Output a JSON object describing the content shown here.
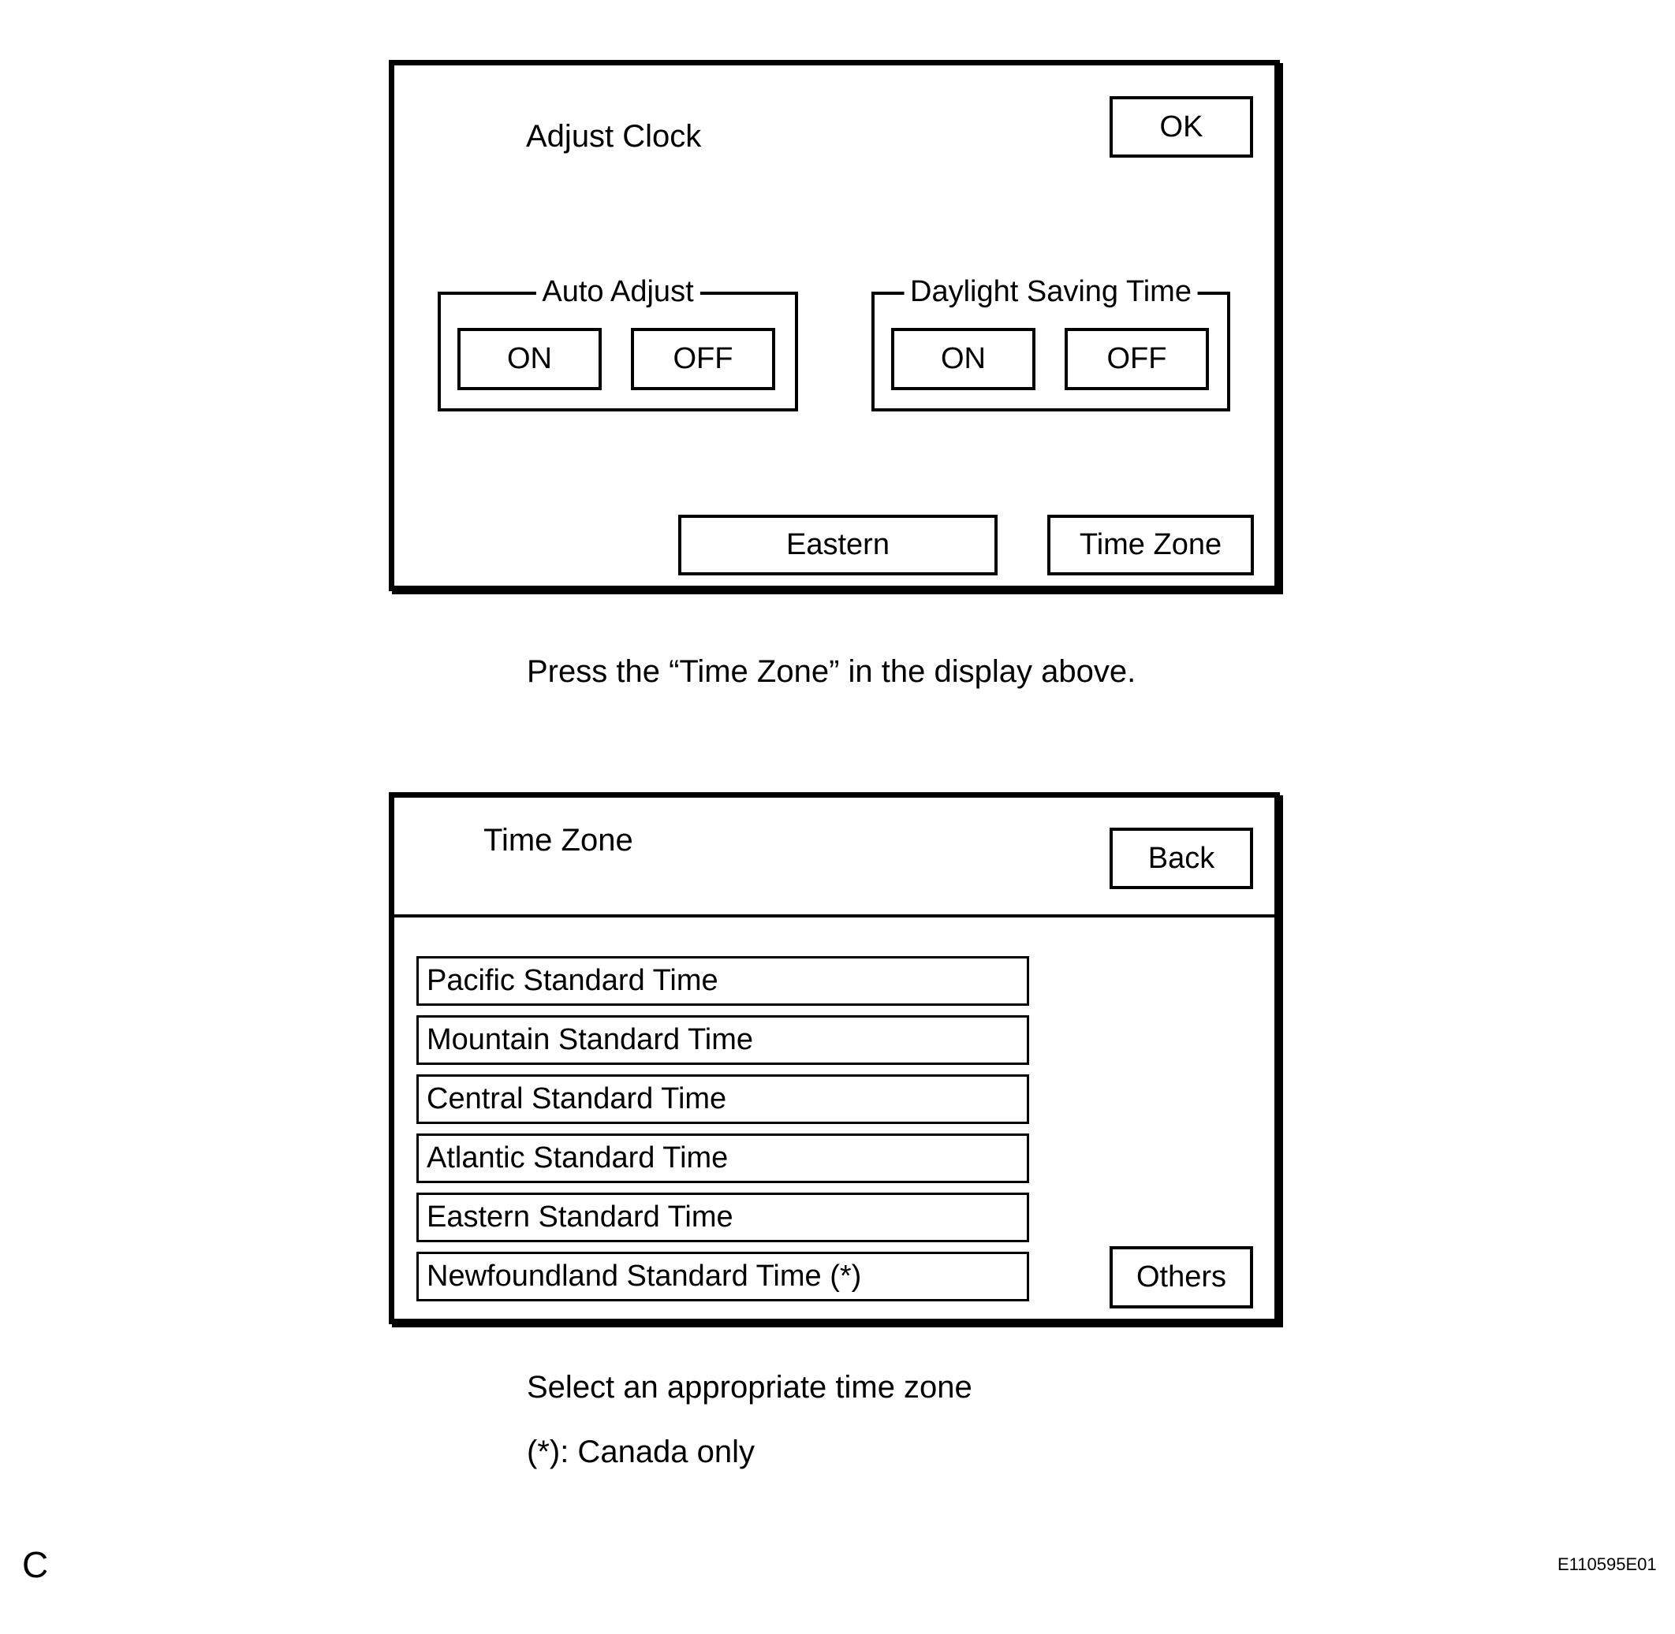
{
  "adjust_clock_screen": {
    "title": "Adjust Clock",
    "ok_button": "OK",
    "auto_adjust": {
      "legend": "Auto Adjust",
      "on": "ON",
      "off": "OFF"
    },
    "daylight_saving": {
      "legend": "Daylight Saving Time",
      "on": "ON",
      "off": "OFF"
    },
    "zone_display": "Eastern",
    "time_zone_button": "Time Zone"
  },
  "caption_press": "Press the “Time Zone” in the display above.",
  "time_zone_screen": {
    "title": "Time Zone",
    "back_button": "Back",
    "zones": [
      "Pacific Standard Time",
      "Mountain Standard Time",
      "Central Standard Time",
      "Atlantic Standard Time",
      "Eastern Standard Time",
      "Newfoundland Standard Time (*)"
    ],
    "others_button": "Others"
  },
  "caption_select": "Select an appropriate time zone",
  "caption_canada": "(*): Canada only",
  "footer": {
    "page_marker": "C",
    "figure_id": "E110595E01"
  },
  "colors": {
    "ink": "#000000",
    "paper": "#ffffff"
  }
}
